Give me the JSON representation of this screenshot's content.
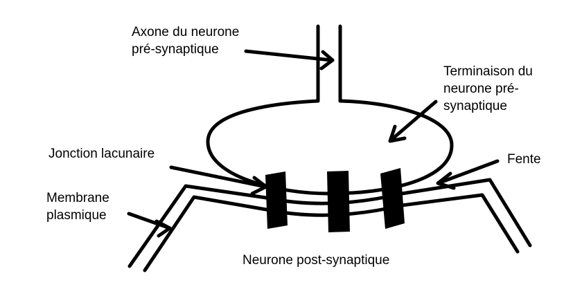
{
  "labels": {
    "axone": [
      "Axone du neurone",
      "pré-synaptique"
    ],
    "terminaison": [
      "Terminaison du",
      "neurone pré-",
      "synaptique"
    ],
    "jonction": "Jonction lacunaire",
    "fente": "Fente",
    "membrane": [
      "Membrane",
      "plasmique"
    ],
    "post": "Neurone post-synaptique"
  },
  "colors": {
    "ink": "#000000",
    "background": "#ffffff"
  }
}
